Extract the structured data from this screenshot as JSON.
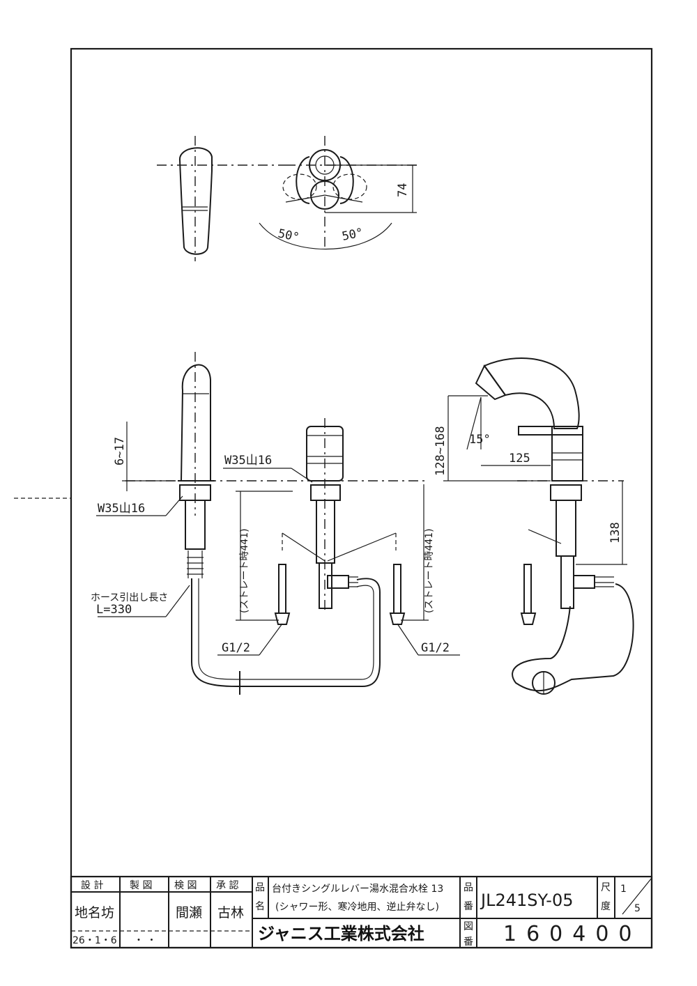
{
  "top_view": {
    "dim_height": "74",
    "angle_left": "50°",
    "angle_right": "50°"
  },
  "front_view": {
    "dim_gap": "6~17",
    "thread_upper": "W35山16",
    "thread_lower": "W35山16",
    "hose_label_line1": "ホース引出し長さ",
    "hose_label_line2": "L=330",
    "straight_left": "(ストレート時441)",
    "straight_right": "(ストレート時441)",
    "pipe_left": "G1/2",
    "pipe_right": "G1/2"
  },
  "side_view": {
    "dim_height_range": "128~168",
    "angle": "15°",
    "dim_reach": "125",
    "dim_below": "138"
  },
  "title_block": {
    "design_label": "設 計",
    "drawing_label": "製 図",
    "check_label": "検 図",
    "approve_label": "承 認",
    "design_name": "地名坊",
    "check_name": "間瀬",
    "approve_name": "古林",
    "date": "26・1・6",
    "date_blank": "・ ・",
    "product_label_1": "品",
    "product_label_2": "名",
    "product_name_line1": "台付きシングルレバー湯水混合水栓 13",
    "product_name_line2": "(シャワー形、寒冷地用、逆止弁なし)",
    "company": "ジャニス工業株式会社",
    "part_label_1": "品",
    "part_label_2": "番",
    "part_number": "JL241SY-05",
    "scale_label_1": "尺",
    "scale_label_2": "度",
    "scale_num": "1",
    "scale_den": "5",
    "drawing_no_label_1": "図",
    "drawing_no_label_2": "番",
    "drawing_number": "160400"
  }
}
